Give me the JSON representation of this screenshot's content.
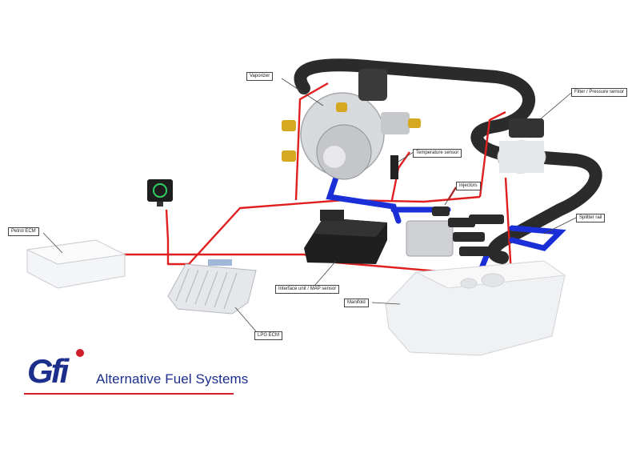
{
  "labels": {
    "vaporizer": "Vaporizer",
    "filter_pressure_sensor": "Filter / Pressure sensor",
    "temperature_sensor": "Temperature sensor",
    "injectors": "Injectors",
    "splitter_rail": "Splitter rail",
    "petrol_ecm": "Petrol ECM",
    "interface_unit": "Interface unit / MAP sensor",
    "manifold": "Manifold",
    "lpg_ecm": "LPG ECM"
  },
  "brand": {
    "logo_text": "Gfi",
    "tagline": "Alternative Fuel Systems"
  },
  "colors": {
    "wire": "#e02020",
    "blue_hose": "#1a2fd8",
    "black_hose": "#2b2b2b",
    "brand_blue": "#1c2e8c",
    "brand_red": "#d01e2a"
  }
}
